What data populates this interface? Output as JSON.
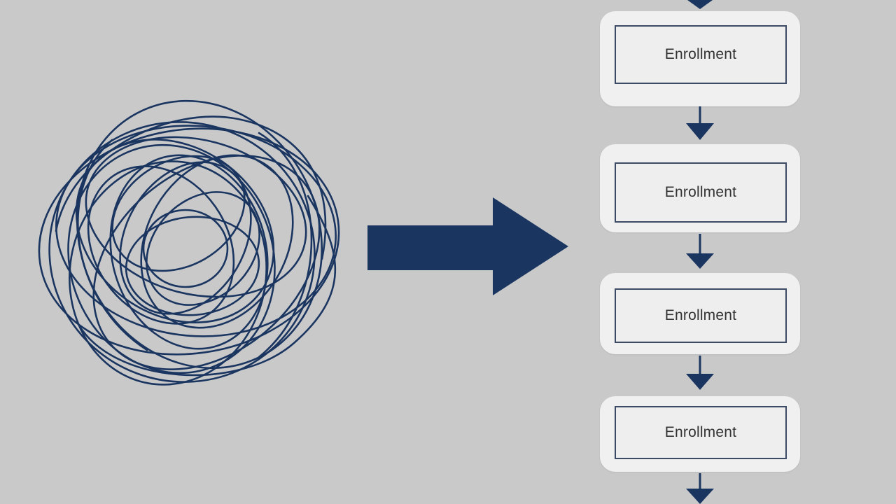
{
  "colors": {
    "background": "#c9c9ca",
    "navy": "#1a3560",
    "card": "#f0f0f1",
    "card_border": "#3c4a66",
    "text": "#333333"
  },
  "left": {
    "tangle_icon": "tangled-scribble",
    "arrow_icon": "right-arrow"
  },
  "steps": [
    {
      "label": "Enrollment"
    },
    {
      "label": "Enrollment"
    },
    {
      "label": "Enrollment"
    },
    {
      "label": "Enrollment"
    }
  ]
}
